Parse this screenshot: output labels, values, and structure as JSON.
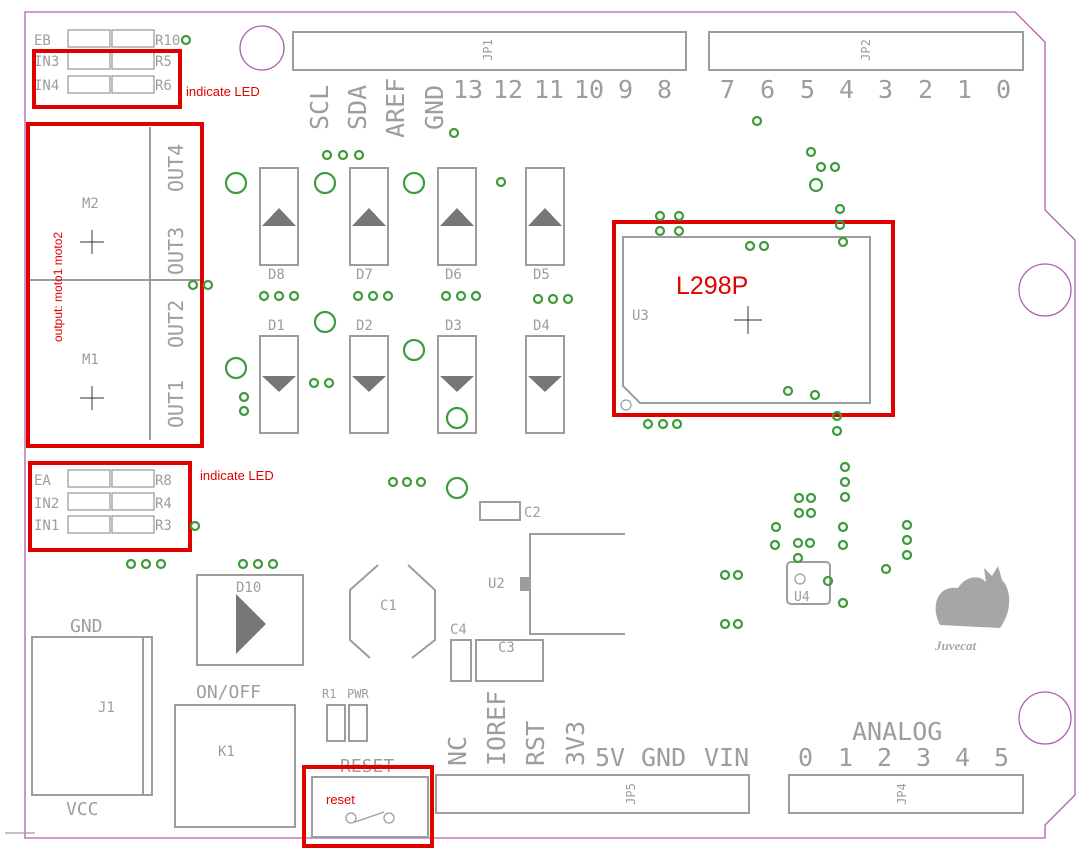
{
  "header_pins": {
    "top_left": [
      "13",
      "12",
      "11",
      "10",
      "9",
      "8"
    ],
    "top_right": [
      "7",
      "6",
      "5",
      "4",
      "3",
      "2",
      "1",
      "0"
    ],
    "bottom_power": [
      "NC",
      "IOREF",
      "RST",
      "3V3",
      "5V",
      "GND",
      "VIN"
    ],
    "bottom_analog": [
      "0",
      "1",
      "2",
      "3",
      "4",
      "5"
    ],
    "analog_title": "ANALOG"
  },
  "rotated_pins": [
    "SCL",
    "SDA",
    "AREF",
    "GND"
  ],
  "connectors": {
    "jp1": "JP1",
    "jp2": "JP2",
    "jp4": "JP4",
    "jp5": "JP5"
  },
  "top_led_block": {
    "rows": [
      "EB",
      "IN3",
      "IN4"
    ],
    "resistors": [
      "R10",
      "R5",
      "R6"
    ],
    "note": "indicate LED"
  },
  "bottom_led_block": {
    "rows": [
      "EA",
      "IN2",
      "IN1"
    ],
    "resistors": [
      "R8",
      "R4",
      "R3"
    ],
    "note": "indicate LED"
  },
  "motor_block": {
    "outputs": [
      "OUT4",
      "OUT3",
      "OUT2",
      "OUT1"
    ],
    "motors": [
      "M2",
      "M1"
    ],
    "note": "output: moto1 moto2"
  },
  "diodes_top": [
    "D8",
    "D7",
    "D6",
    "D5"
  ],
  "diodes_bottom": [
    "D1",
    "D2",
    "D3",
    "D4"
  ],
  "chip": {
    "ref": "U3",
    "annotation": "L298P"
  },
  "parts": {
    "c1": "C1",
    "c2": "C2",
    "c3": "C3",
    "c4": "C4",
    "u2": "U2",
    "u4": "U4",
    "d10": "D10",
    "j1": "J1",
    "k1": "K1",
    "r1": "R1",
    "pwr": "PWR"
  },
  "power_labels": {
    "gnd": "GND",
    "vcc": "VCC",
    "on_off": "ON/OFF"
  },
  "reset": {
    "label": "RESET",
    "note": "reset"
  },
  "logo": "Juvecat",
  "colors": {
    "silkscreen": "#9d9d9d",
    "via": "#3d9b3d",
    "annotation": "#e00000",
    "outline": "#b060b0"
  }
}
